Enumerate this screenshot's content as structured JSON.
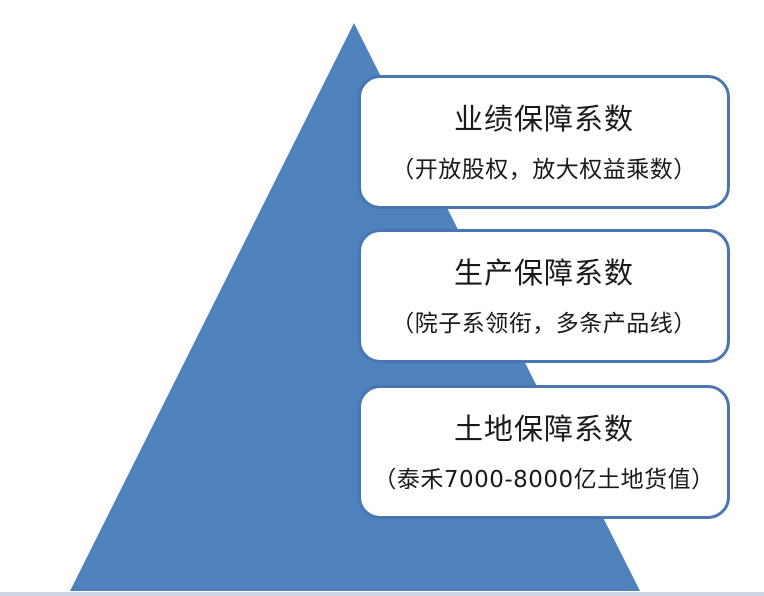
{
  "colors": {
    "pyramid_fill": "#4f81bd",
    "card_border": "#4a76b0",
    "card_bg": "#ffffff",
    "text": "#1a1a1a"
  },
  "tiers": [
    {
      "title": "业绩保障系数",
      "subtitle": "（开放股权，放大权益乘数）"
    },
    {
      "title": "生产保障系数",
      "subtitle": "（院子系领衔，多条产品线）"
    },
    {
      "title": "土地保障系数",
      "subtitle": "（泰禾7000-8000亿土地货值）"
    }
  ]
}
